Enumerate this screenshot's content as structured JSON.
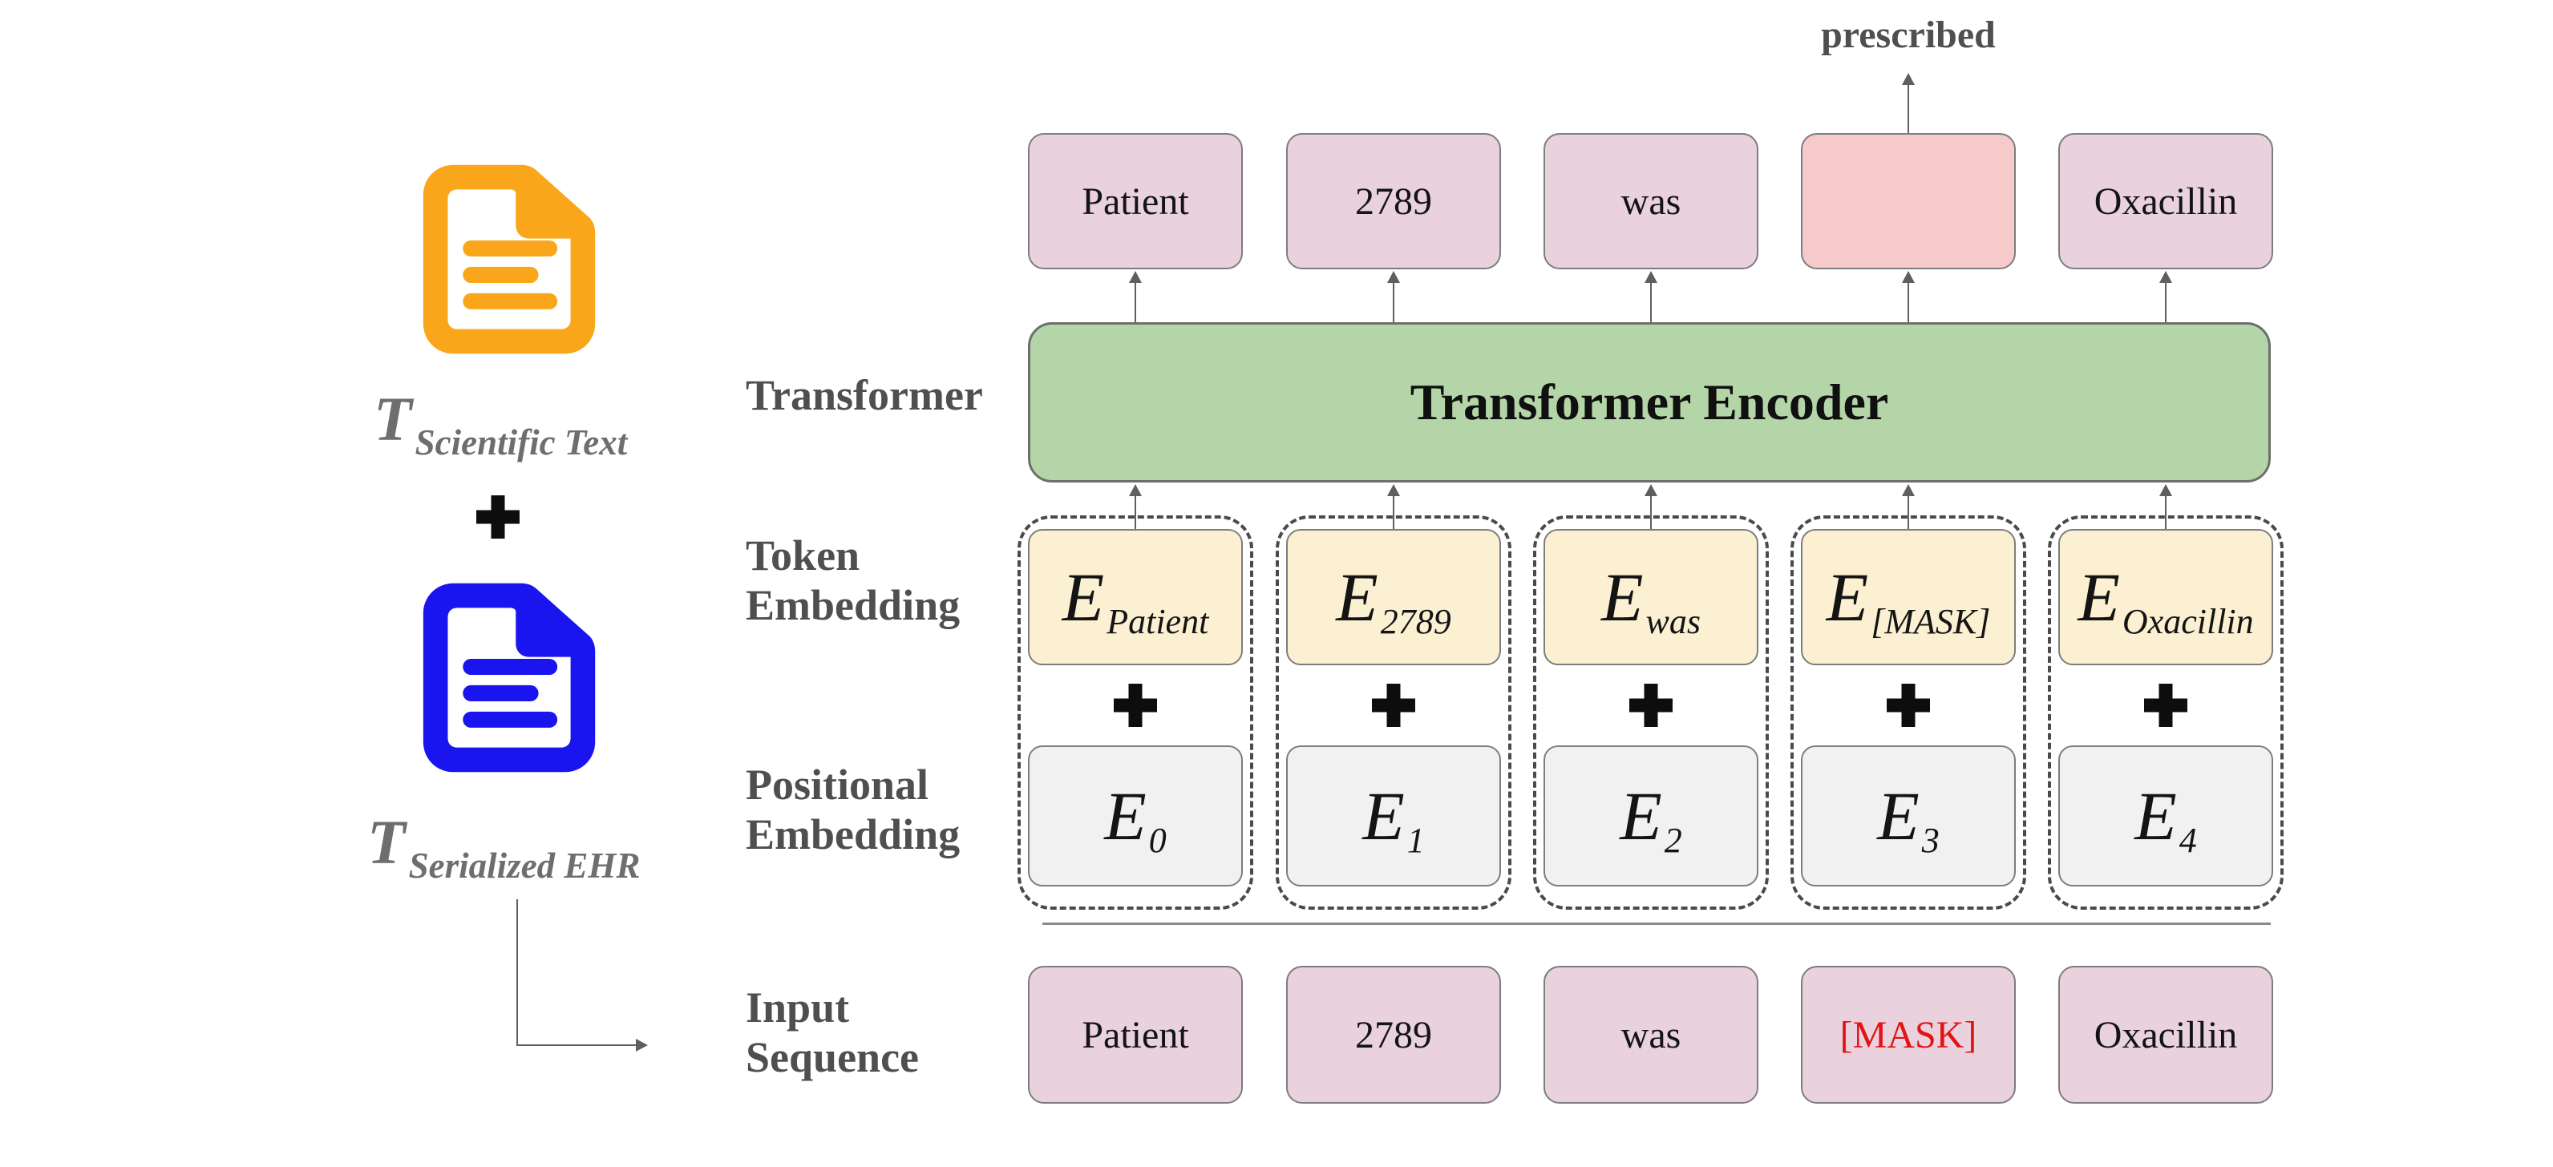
{
  "palette": {
    "mauve": "#e9d2dd",
    "salmon": "#f6caca",
    "green": "#b4d5a7",
    "cream": "#fbf0d2",
    "gray_box": "#f1f1f1",
    "box_border": "#7d7d7d",
    "dash_border": "#4a4a4a",
    "label_gray": "#4f4f4f",
    "t_label_gray": "#6e6e6e",
    "arrow": "#5f5f5f",
    "mask_red": "#e51212",
    "orange_icon": "#f9a61b",
    "blue_icon": "#1a15ef",
    "text_dark": "#141414"
  },
  "left_panel": {
    "scientific": {
      "symbol": "T",
      "subscript": "Scientific Text"
    },
    "serialized": {
      "symbol": "T",
      "subscript": "Serialized EHR"
    }
  },
  "row_labels": {
    "transformer": "Transformer",
    "token_line1": "Token",
    "token_line2": "Embedding",
    "positional_line1": "Positional",
    "positional_line2": "Embedding",
    "input_line1": "Input",
    "input_line2": "Sequence"
  },
  "diagram": {
    "predicted_token": "prescribed",
    "encoder_label": "Transformer Encoder",
    "output_tokens": [
      "Patient",
      "2789",
      "was",
      "",
      "Oxacillin"
    ],
    "token_embeddings": [
      {
        "base": "E",
        "sub": "Patient"
      },
      {
        "base": "E",
        "sub": "2789"
      },
      {
        "base": "E",
        "sub": "was"
      },
      {
        "base": "E",
        "sub": "[MASK]"
      },
      {
        "base": "E",
        "sub": "Oxacillin"
      }
    ],
    "positional_embeddings": [
      {
        "base": "E",
        "sub": "0"
      },
      {
        "base": "E",
        "sub": "1"
      },
      {
        "base": "E",
        "sub": "2"
      },
      {
        "base": "E",
        "sub": "3"
      },
      {
        "base": "E",
        "sub": "4"
      }
    ],
    "input_tokens": [
      "Patient",
      "2789",
      "was",
      "[MASK]",
      "Oxacillin"
    ]
  }
}
